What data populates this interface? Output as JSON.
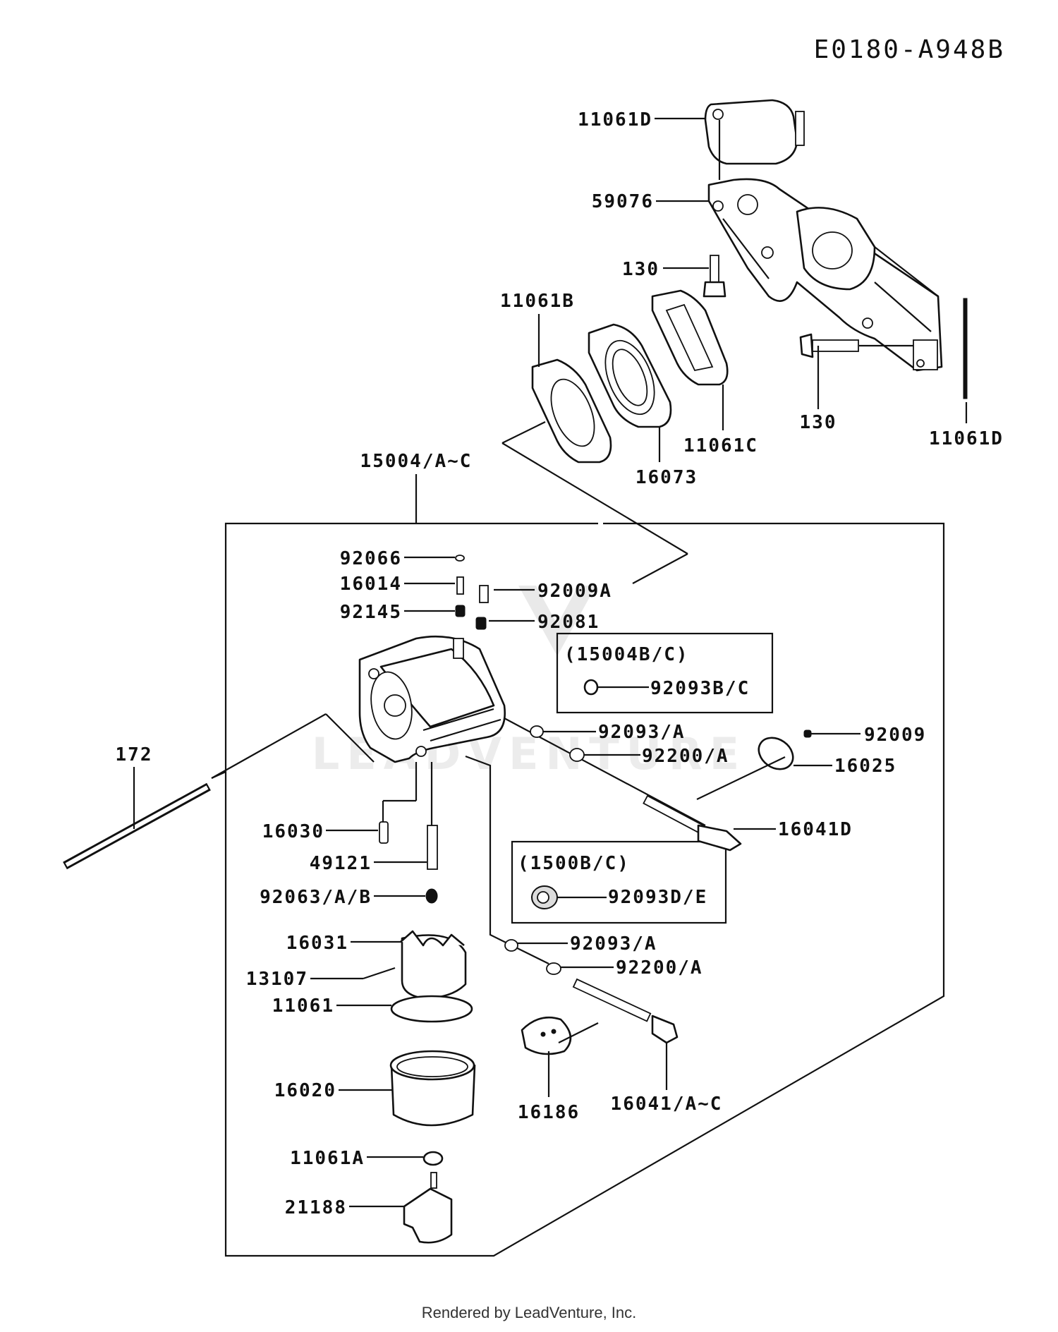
{
  "diagram_code": "E0180-A948B",
  "footer": "Rendered by LeadVenture, Inc.",
  "watermark": "LEADVENTURE",
  "callouts": {
    "c1": "11061D",
    "c2": "59076",
    "c3": "130",
    "c4": "11061B",
    "c5": "130",
    "c6": "11061D",
    "c7": "11061C",
    "c8": "16073",
    "c9": "15004/A~C",
    "c10": "92066",
    "c11": "16014",
    "c12": "92009A",
    "c13": "92145",
    "c14": "92081",
    "c15": "92093/A",
    "c16": "92200/A",
    "c17": "92009",
    "c18": "16025",
    "c19": "172",
    "c20": "16041D",
    "c21": "16030",
    "c22": "49121",
    "c23": "92063/A/B",
    "c24": "16031",
    "c25": "92093/A",
    "c26": "92200/A",
    "c27": "13107",
    "c28": "11061",
    "c29": "16020",
    "c30": "16186",
    "c31": "16041/A~C",
    "c32": "11061A",
    "c33": "21188"
  },
  "inset_boxes": {
    "box1": {
      "title": "(15004B/C)",
      "part": "92093B/C"
    },
    "box2": {
      "title": "(1500B/C)",
      "part": "92093D/E"
    }
  }
}
